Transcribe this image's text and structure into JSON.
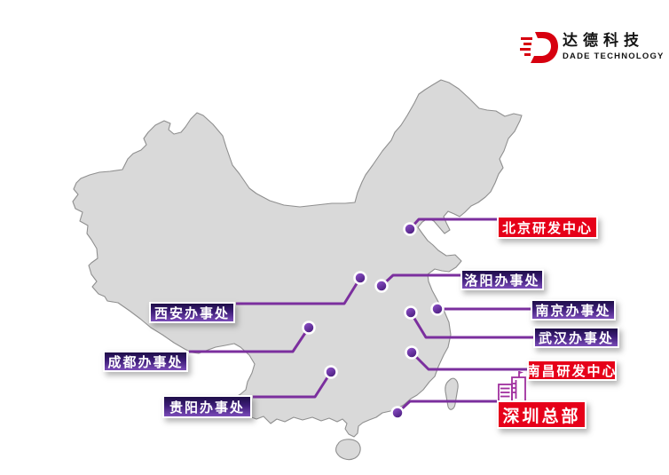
{
  "logo": {
    "brand_cn": "达德科技",
    "brand_en": "DADE TECHNOLOGY"
  },
  "map": {
    "region": "China",
    "locations": [
      {
        "id": "beijing",
        "label": "北京研发中心",
        "type": "rnd-center"
      },
      {
        "id": "luoyang",
        "label": "洛阳办事处",
        "type": "office"
      },
      {
        "id": "xian",
        "label": "西安办事处",
        "type": "office"
      },
      {
        "id": "nanjing",
        "label": "南京办事处",
        "type": "office"
      },
      {
        "id": "wuhan",
        "label": "武汉办事处",
        "type": "office"
      },
      {
        "id": "chengdu",
        "label": "成都办事处",
        "type": "office"
      },
      {
        "id": "nanchang",
        "label": "南昌研发中心",
        "type": "rnd-center"
      },
      {
        "id": "guiyang",
        "label": "贵阳办事处",
        "type": "office"
      },
      {
        "id": "shenzhen",
        "label": "深圳总部",
        "type": "headquarters"
      }
    ]
  },
  "colors": {
    "accent_red": "#e60019",
    "accent_purple": "#7b2f9e",
    "label_purple_dark": "#1e0e47",
    "label_purple_light": "#7b4cb8",
    "map_fill": "#d9d9d9",
    "map_stroke": "#8f8f8f",
    "logo_red": "#d7000f"
  }
}
